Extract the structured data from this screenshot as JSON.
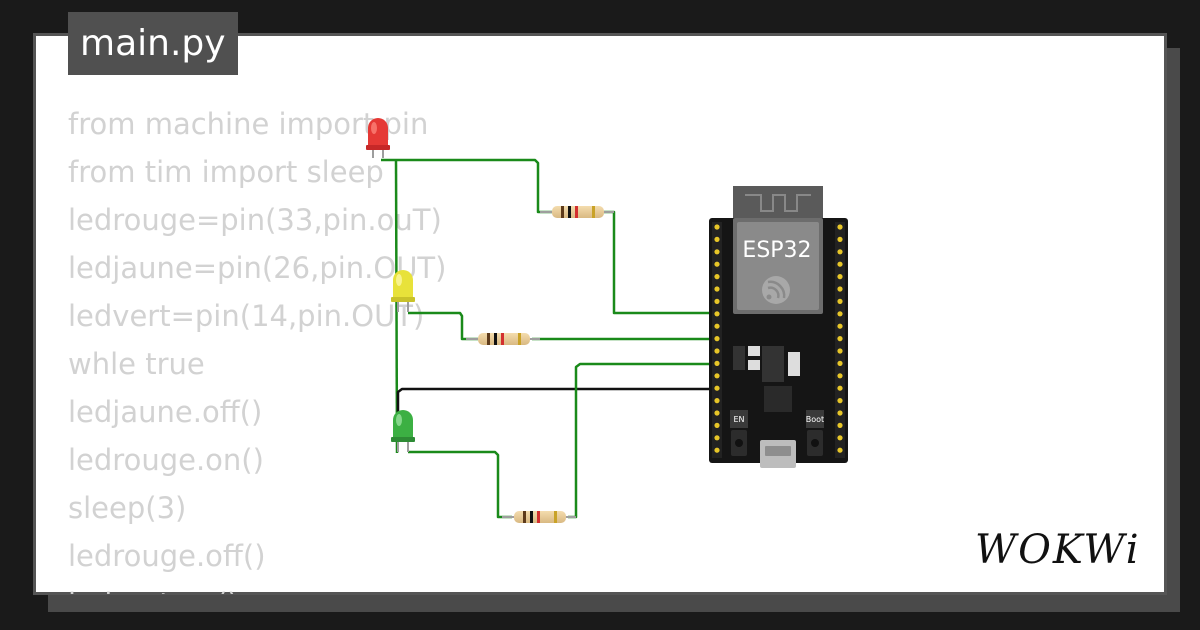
{
  "editor": {
    "filename": "main.py",
    "code_lines": [
      "from machine import pin",
      "from tim import sleep",
      "ledrouge=pin(33,pin.ouT)",
      "ledjaune=pin(26,pin.OUT)",
      "ledvert=pin(14,pin.OUT)",
      "whle true",
      "ledjaune.off()",
      "ledrouge.on()",
      "sleep(3)",
      "ledrouge.off()",
      "ledvert.on()"
    ]
  },
  "board": {
    "label": "ESP32",
    "en_label": "EN",
    "boot_label": "Boot"
  },
  "colors": {
    "wire_green": "#1a8a1a",
    "wire_black": "#111111",
    "led_red": "#e53935",
    "led_yellow": "#e8e23a",
    "led_green": "#3cb043",
    "board": "#151515",
    "pin_gold": "#e7c628"
  },
  "branding": {
    "logo": "WOKWi"
  }
}
